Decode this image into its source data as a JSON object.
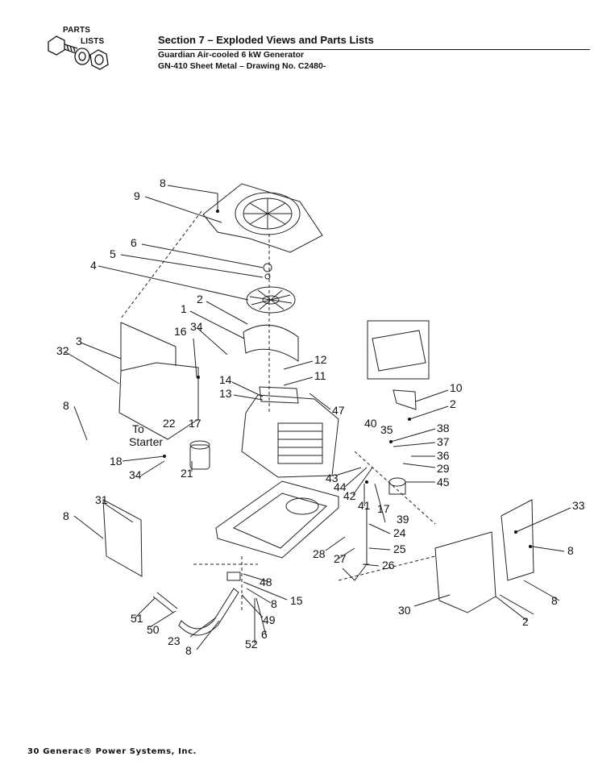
{
  "logo": {
    "line1": "PARTS",
    "line2": "LISTS"
  },
  "header": {
    "section_title": "Section 7 – Exploded Views and Parts Lists",
    "subtitle1": "Guardian Air-cooled 6 kW Generator",
    "subtitle2": "GN-410 Sheet Metal – Drawing No. C2480-"
  },
  "diagram": {
    "labels": {
      "starter_to": "To",
      "starter": "Starter"
    },
    "callouts": [
      "8",
      "9",
      "6",
      "5",
      "4",
      "2",
      "1",
      "34",
      "16",
      "3",
      "32",
      "12",
      "11",
      "14",
      "13",
      "47",
      "10",
      "2",
      "8",
      "22",
      "17",
      "40",
      "35",
      "38",
      "37",
      "36",
      "29",
      "45",
      "18",
      "34",
      "21",
      "43",
      "44",
      "42",
      "41",
      "17",
      "39",
      "31",
      "8",
      "24",
      "33",
      "25",
      "28",
      "27",
      "26",
      "8",
      "48",
      "15",
      "51",
      "8",
      "50",
      "49",
      "23",
      "6",
      "8",
      "52",
      "30",
      "8",
      "2"
    ]
  },
  "footer": {
    "text": "30  Generac® Power Systems, Inc."
  }
}
